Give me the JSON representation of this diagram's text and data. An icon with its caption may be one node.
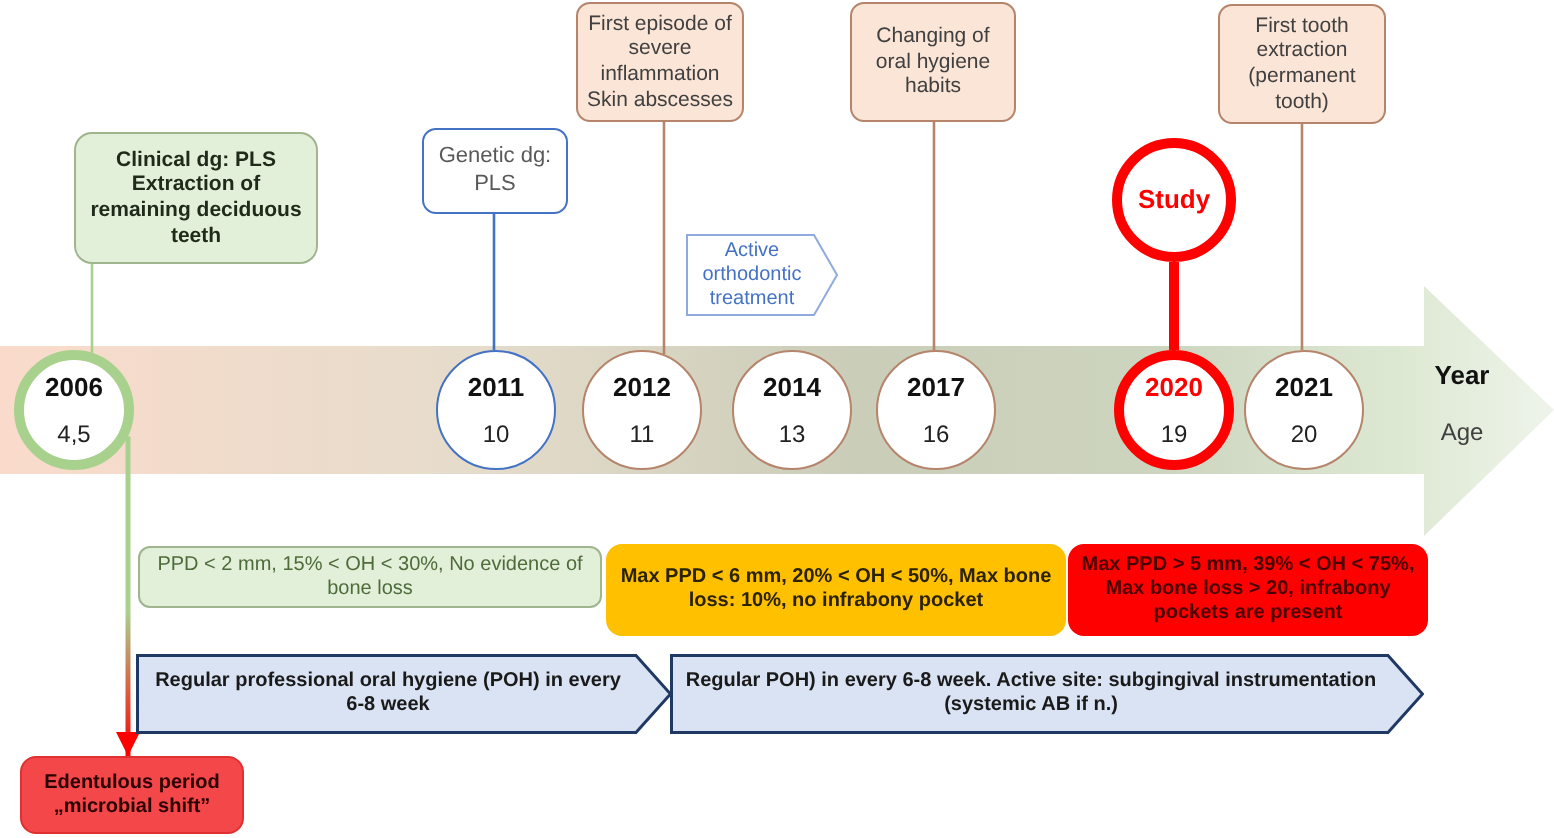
{
  "diagram": {
    "nodes": [
      {
        "text": [
          "Clinical dg: PLS",
          "Extraction of remaining deciduous teeth"
        ]
      },
      {
        "text": [
          "Genetic dg: PLS"
        ]
      },
      {
        "text": [
          "First episode of severe inflammation",
          "Skin abscesses"
        ]
      },
      {
        "text": [
          "Active orthodontic treatment"
        ]
      },
      {
        "text": [
          "Changing of oral hygiene habits"
        ]
      },
      {
        "text": [
          "Study"
        ]
      },
      {
        "text": [
          "First tooth extraction (permanent tooth)"
        ]
      },
      {
        "text": [
          "Year",
          "Age"
        ]
      },
      {
        "text": [
          "2006",
          "4,5"
        ],
        "in": 7
      },
      {
        "text": [
          "2011",
          "10"
        ],
        "in": 7
      },
      {
        "text": [
          "2012",
          "11"
        ],
        "in": 7
      },
      {
        "text": [
          "2014",
          "13"
        ],
        "in": 7
      },
      {
        "text": [
          "2017",
          "16"
        ],
        "in": 7
      },
      {
        "text": [
          "2020",
          "19"
        ],
        "in": 7
      },
      {
        "text": [
          "2021",
          "20"
        ],
        "in": 7
      },
      {
        "text": [
          "PPD < 2 mm, 15% < OH < 30%, No evidence of bone loss"
        ]
      },
      {
        "text": [
          "Max PPD < 6 mm, 20% < OH < 50%, Max bone loss: 10%, no infrabony pocket"
        ]
      },
      {
        "text": [
          "Max PPD > 5 mm, 39% < OH < 75%, Max bone loss > 20, infrabony pockets are present"
        ]
      },
      {
        "text": [
          "Regular professional oral hygiene (POH) in every 6-8 week"
        ]
      },
      {
        "text": [
          "Regular POH) in every 6-8 week. Active site: subgingival instrumentation (systemic AB if n.)"
        ]
      },
      {
        "text": [
          "Edentulous period „microbial shift”"
        ]
      }
    ],
    "edges": [
      {
        "from": 0,
        "to": 8,
        "arrow": "none",
        "color": "#a9d18e"
      },
      {
        "from": 1,
        "to": 9,
        "arrow": "none",
        "color": "#4472c4"
      },
      {
        "from": 2,
        "to": 10,
        "arrow": "none"
      },
      {
        "from": 4,
        "to": 12,
        "arrow": "none"
      },
      {
        "from": 5,
        "to": 13,
        "arrow": "none",
        "style": "thick",
        "color": "#ff0000"
      },
      {
        "from": 6,
        "to": 14,
        "arrow": "none"
      },
      {
        "from": 8,
        "to": 20,
        "arrow": "to",
        "color": "#ff0000"
      }
    ]
  }
}
